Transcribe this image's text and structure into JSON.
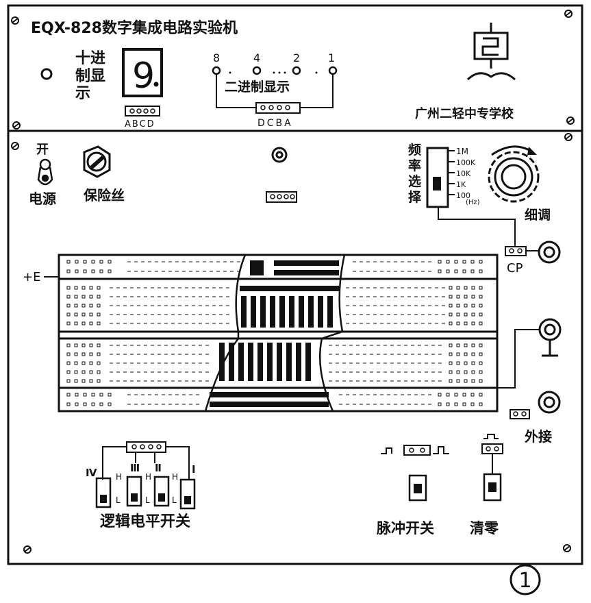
{
  "panel_top": {
    "title": "EQX-828数字集成电路实验机",
    "school": "广州二轻中专学校",
    "decimal_label": [
      "十进",
      "制显",
      "示"
    ],
    "digit": "9",
    "decimal_connector": "ABCD",
    "binary_weights": [
      "8",
      "4",
      "2",
      "1"
    ],
    "binary_label": "二进制显示",
    "binary_connector": "DCBA"
  },
  "panel_bottom": {
    "power_switch_on": "开",
    "power_label": "电源",
    "fuse_label": "保险丝",
    "freq_label": [
      "频",
      "率",
      "选",
      "择"
    ],
    "freq_options": [
      "1M",
      "100K",
      "10K",
      "1K",
      "100",
      "(Hz)"
    ],
    "fine_tune": "细调",
    "cp_label": "CP",
    "plus_e": "+E",
    "external_label": "外接",
    "logic_switch_numbers": [
      "Ⅳ",
      "Ⅲ",
      "Ⅱ",
      "Ⅰ"
    ],
    "hl": [
      "H",
      "L"
    ],
    "logic_label": "逻辑电平开关",
    "pulse_label": "脉冲开关",
    "clear_label": "清零"
  },
  "figure_number": "1"
}
